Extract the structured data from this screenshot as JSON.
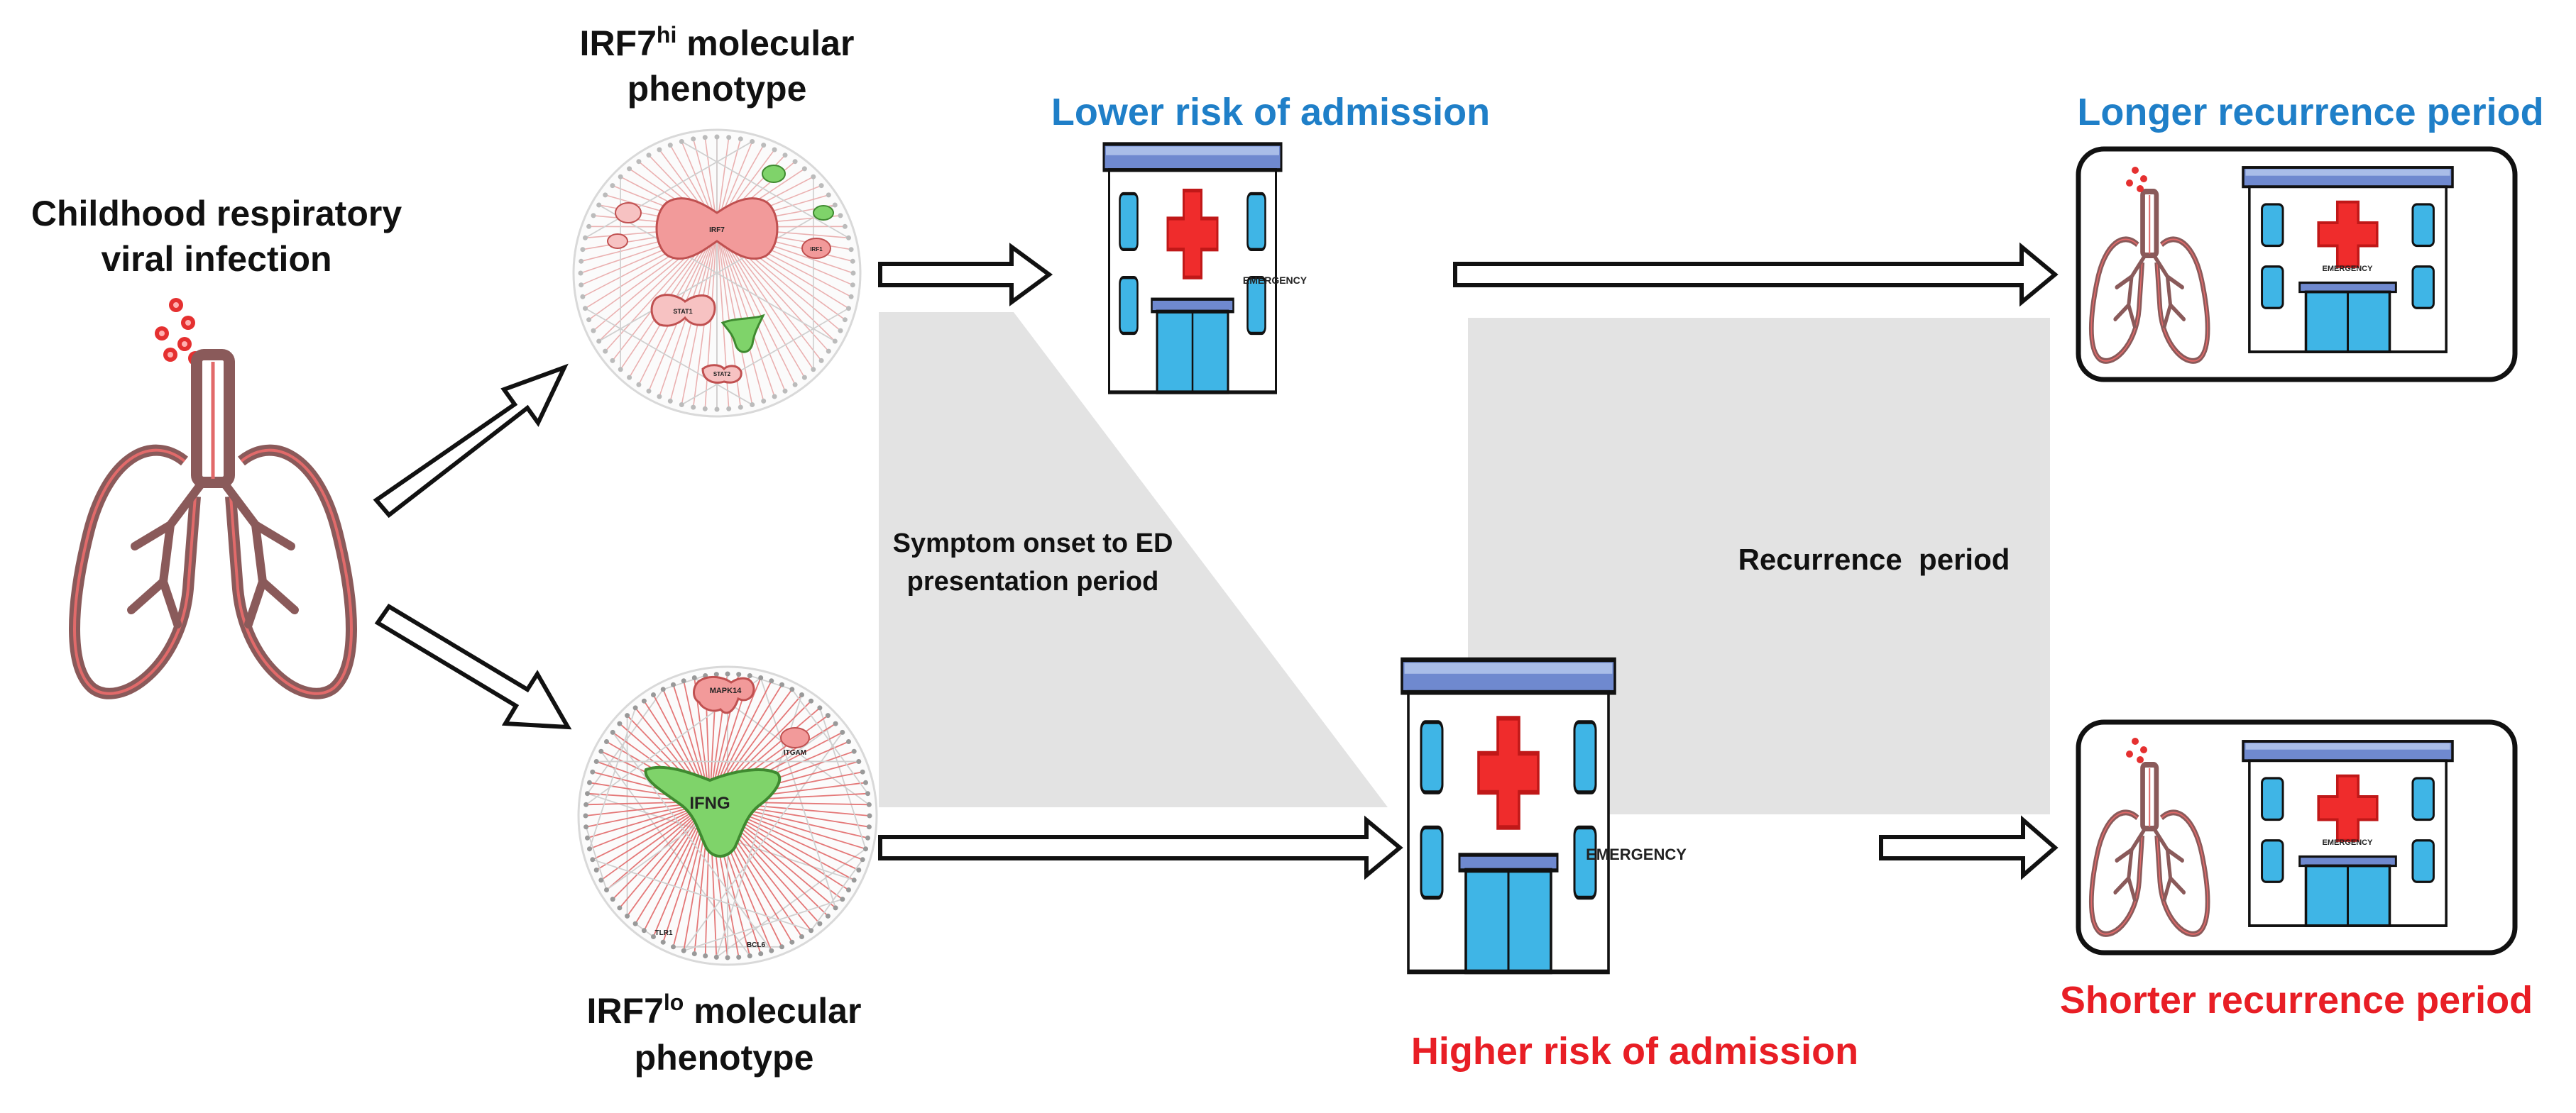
{
  "infection": {
    "line1": "Childhood respiratory",
    "line2": "viral infection"
  },
  "irf7_hi": {
    "prefix": "IRF7",
    "sup": "hi",
    "suffix": " molecular",
    "line2": "phenotype",
    "network_nodes": [
      "IRF7",
      "STAT1",
      "STAT2",
      "IRF1"
    ]
  },
  "irf7_lo": {
    "prefix": "IRF7",
    "sup": "lo",
    "suffix": " molecular",
    "line2": "phenotype",
    "network_nodes": [
      "IFNG",
      "MAPK14",
      "ITGAM",
      "TLR1",
      "BCL6"
    ]
  },
  "outcomes": {
    "lower_admission": "Lower risk of admission",
    "higher_admission": "Higher risk of admission",
    "longer_recurrence": "Longer recurrence period",
    "shorter_recurrence": "Shorter recurrence period"
  },
  "periods": {
    "onset_line1": "Symptom onset to ED",
    "onset_line2": "presentation period",
    "recurrence": "Recurrence  period"
  },
  "hospital": {
    "sign": "EMERGENCY"
  },
  "colors": {
    "blue": "#1f7fc8",
    "red": "#e81e25",
    "shade": "#e3e3e3",
    "lung": "#8a5a5a",
    "green_node": "#7fd36a",
    "pink_node": "#f2a0a0"
  },
  "icons": [
    "lungs-icon",
    "virus-particles-icon",
    "network-hi-icon",
    "network-lo-icon",
    "hospital-icon",
    "arrow-right-icon"
  ]
}
